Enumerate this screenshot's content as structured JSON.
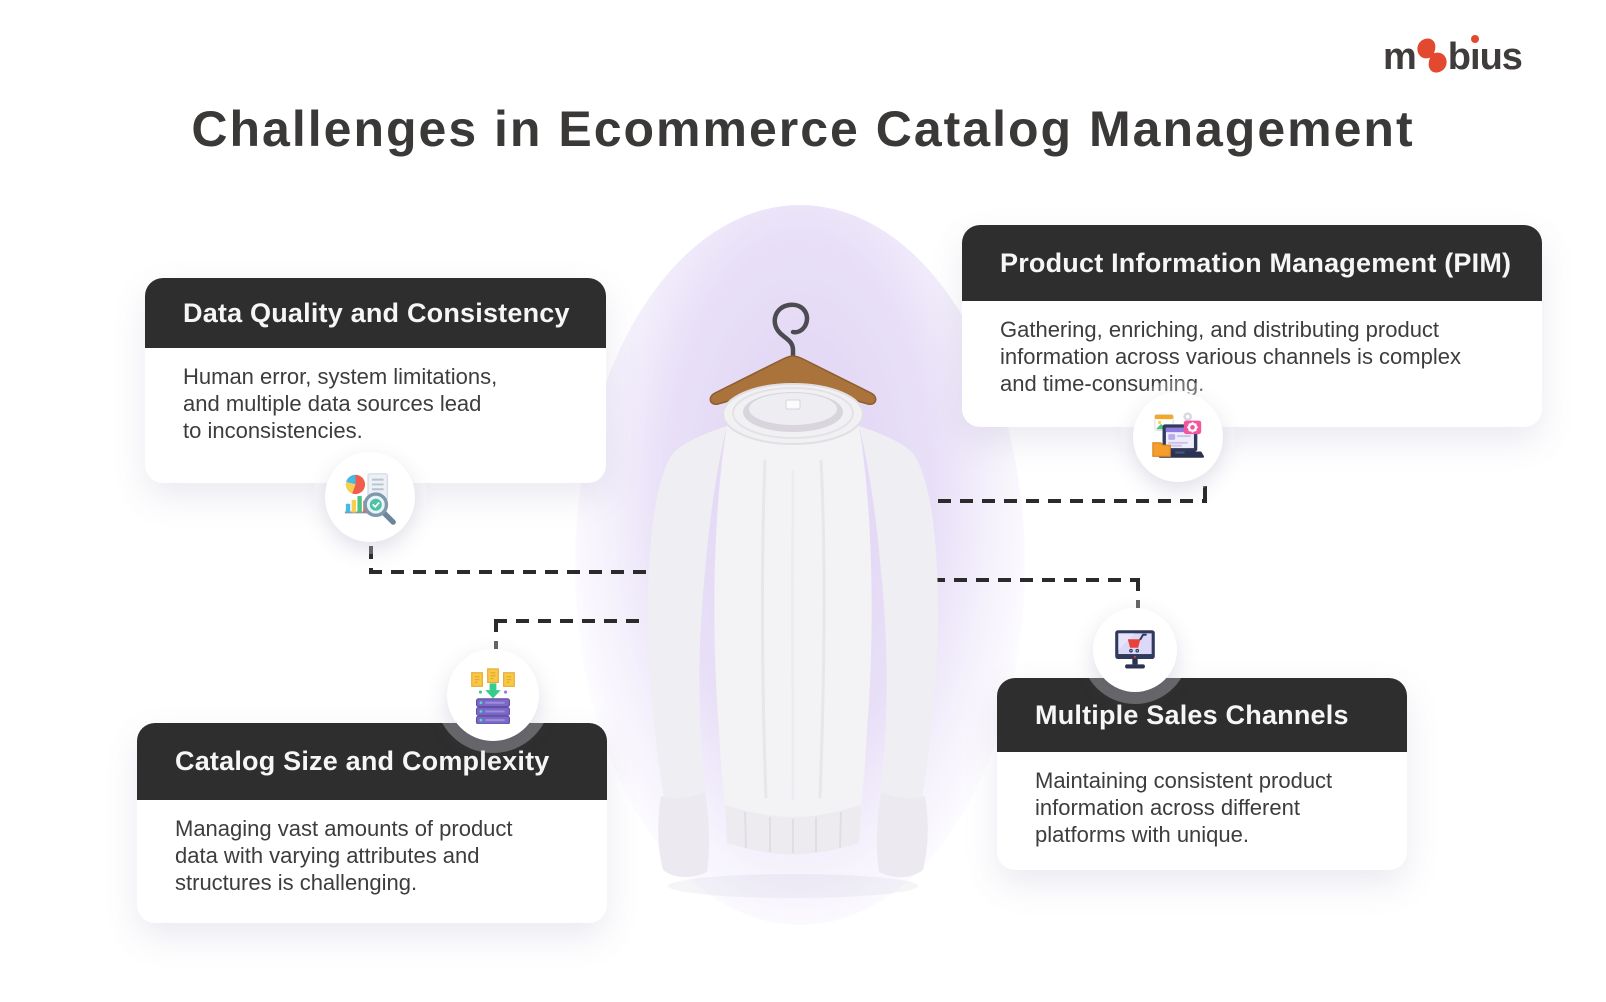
{
  "logo": {
    "m": "m",
    "b": "b",
    "i": "ı",
    "us": "us",
    "accent_color": "#E2492F",
    "text_color": "#403C3B"
  },
  "title": "Challenges in Ecommerce Catalog Management",
  "colors": {
    "card_header_bg": "#2F2E2E",
    "card_header_text": "#F6F6F6",
    "body_text": "#3D3C3E",
    "glow": "#E2D8F4",
    "connector": "#2B2B2B"
  },
  "cards": [
    {
      "id": "data-quality",
      "title": "Data Quality and Consistency",
      "lines": [
        "Human error, system limitations,",
        "and multiple data sources lead",
        "to inconsistencies."
      ],
      "icon": "analytics-search-icon"
    },
    {
      "id": "pim",
      "title": "Product Information Management (PIM)",
      "lines": [
        "Gathering, enriching, and distributing product",
        "information across various channels is complex",
        "and time-consuming."
      ],
      "icon": "pim-laptop-icon"
    },
    {
      "id": "catalog-size",
      "title": "Catalog Size and Complexity",
      "lines": [
        "Managing vast amounts of product",
        "data with varying attributes and",
        "structures is challenging."
      ],
      "icon": "data-aggregation-icon"
    },
    {
      "id": "sales-channels",
      "title": "Multiple Sales Channels",
      "lines": [
        "Maintaining consistent product",
        "information across different",
        "platforms with unique."
      ],
      "icon": "sales-monitor-icon"
    }
  ],
  "center_image": "white-sweatshirt-on-wooden-hanger"
}
